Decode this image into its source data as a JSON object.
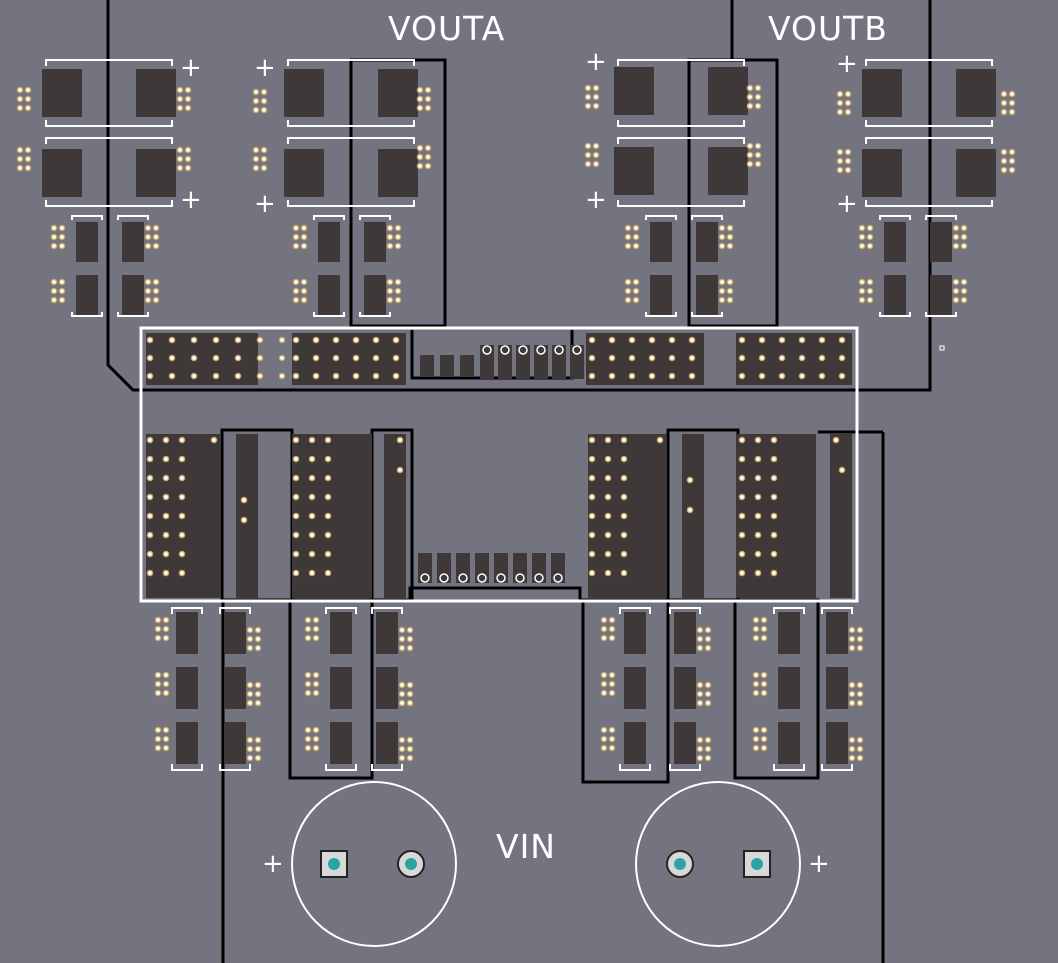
{
  "colors": {
    "board": "#737480",
    "pad": "#3f3838",
    "silkscreen": "#ffffff",
    "copper_edge": "#000000",
    "via_ring": "#c8a864",
    "via_hole": "#ffffff",
    "tht_pad": "#29a3a3"
  },
  "labels": {
    "vouta": "VOUTA",
    "voutb": "VOUTB",
    "vin": "VIN",
    "plus": "+"
  }
}
